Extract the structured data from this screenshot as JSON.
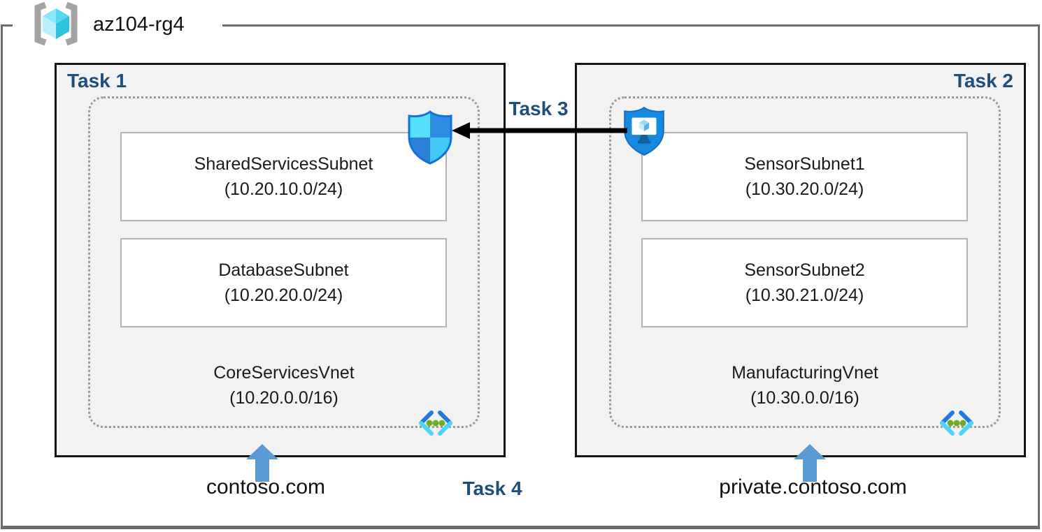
{
  "resource_group": {
    "name": "az104-rg4",
    "icon": "resource-group-icon"
  },
  "panels": [
    {
      "task_label": "Task 1",
      "vnet": {
        "name": "CoreServicesVnet",
        "cidr": "(10.20.0.0/16)",
        "icon": "virtual-network-icon"
      },
      "subnets": [
        {
          "name": "SharedServicesSubnet",
          "cidr": "(10.20.10.0/24)"
        },
        {
          "name": "DatabaseSubnet",
          "cidr": "(10.20.20.0/24)"
        }
      ],
      "dns_label": "contoso.com"
    },
    {
      "task_label": "Task 2",
      "vnet": {
        "name": "ManufacturingVnet",
        "cidr": "(10.30.0.0/16)",
        "icon": "virtual-network-icon"
      },
      "subnets": [
        {
          "name": "SensorSubnet1",
          "cidr": "(10.30.20.0/24)"
        },
        {
          "name": "SensorSubnet2",
          "cidr": "(10.30.21.0/24)"
        }
      ],
      "dns_label": "private.contoso.com"
    }
  ],
  "connections": {
    "task3_label": "Task 3",
    "task4_label": "Task 4",
    "task3_icons": [
      "network-security-group-icon",
      "bastion-icon"
    ]
  },
  "colors": {
    "task_label_navy": "#1f4e79",
    "box_fill": "#f2f2f2",
    "box_border": "#141414",
    "outer_boundary_gray": "#6b6b6b",
    "dashed_border": "#999999",
    "subnet_border": "#b3b3b3",
    "task3_arrow": "#000000",
    "dns_arrow_blue": "#5b9bd5",
    "nsg_light_cyan": "#55e1fc",
    "nsg_blue": "#2e8ce2",
    "bastion_blue": "#1789df",
    "vnet_chevron_blue": "#2179d8",
    "vnet_chevron_cyan": "#4fd4f9",
    "vnet_dot_green": "#6fae24",
    "rg_bracket_gray": "#a3a3a3",
    "rg_cube_cyan": "#55d7f1"
  }
}
